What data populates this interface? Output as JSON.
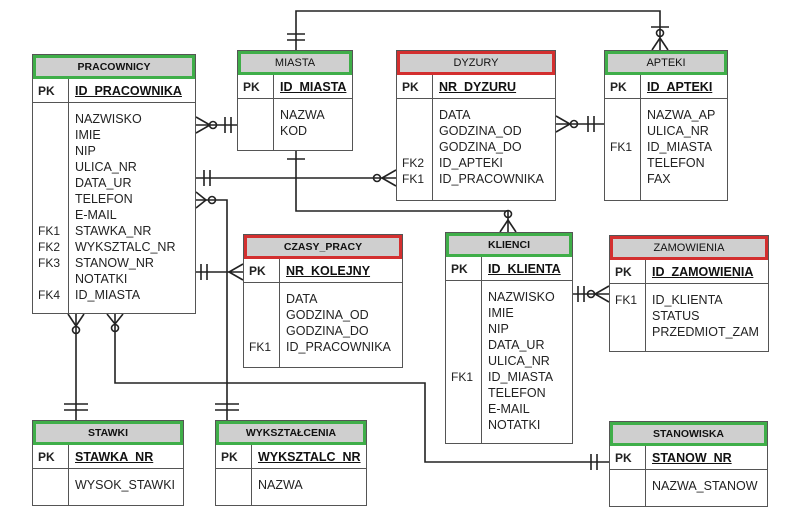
{
  "colors": {
    "green": "#3fae49",
    "red": "#d32f2f",
    "header_bg": "#cfcfcf",
    "line": "#222222"
  },
  "entities": {
    "pracownicy": {
      "name": "PRACOWNICY",
      "pk_key": "PK",
      "pk_field": "ID_PRACOWNIKA",
      "fields": [
        "NAZWISKO",
        "IMIE",
        "NIP",
        "ULICA_NR",
        "DATA_UR",
        "TELEFON",
        "E-MAIL",
        "STAWKA_NR",
        "WYKSZTALC_NR",
        "STANOW_NR",
        "NOTATKI",
        "ID_MIASTA"
      ],
      "keys": [
        "",
        "",
        "",
        "",
        "",
        "",
        "",
        "FK1",
        "FK2",
        "FK3",
        "",
        "FK4"
      ]
    },
    "miasta": {
      "name": "MIASTA",
      "pk_key": "PK",
      "pk_field": "ID_MIASTA",
      "fields": [
        "NAZWA",
        "KOD"
      ],
      "keys": [
        "",
        ""
      ]
    },
    "dyzury": {
      "name": "DYZURY",
      "pk_key": "PK",
      "pk_field": "NR_DYZURU",
      "fields": [
        "DATA",
        "GODZINA_OD",
        "GODZINA_DO",
        "ID_APTEKI",
        "ID_PRACOWNIKA"
      ],
      "keys": [
        "",
        "",
        "",
        "FK2",
        "FK1"
      ]
    },
    "apteki": {
      "name": "APTEKI",
      "pk_key": "PK",
      "pk_field": "ID_APTEKI",
      "fields": [
        "NAZWA_AP",
        "ULICA_NR",
        "ID_MIASTA",
        "TELEFON",
        "FAX"
      ],
      "keys": [
        "",
        "",
        "FK1",
        "",
        ""
      ]
    },
    "czasy_pracy": {
      "name": "CZASY_PRACY",
      "pk_key": "PK",
      "pk_field": "NR_KOLEJNY",
      "fields": [
        "DATA",
        "GODZINA_OD",
        "GODZINA_DO",
        "ID_PRACOWNIKA"
      ],
      "keys": [
        "",
        "",
        "",
        "FK1"
      ]
    },
    "klienci": {
      "name": "KLIENCI",
      "pk_key": "PK",
      "pk_field": "ID_KLIENTA",
      "fields": [
        "NAZWISKO",
        "IMIE",
        "NIP",
        "DATA_UR",
        "ULICA_NR",
        "ID_MIASTA",
        "TELEFON",
        "E-MAIL",
        "NOTATKI"
      ],
      "keys": [
        "",
        "",
        "",
        "",
        "",
        "FK1",
        "",
        "",
        ""
      ]
    },
    "zamowienia": {
      "name": "ZAMOWIENIA",
      "pk_key": "PK",
      "pk_field": "ID_ZAMOWIENIA",
      "fields": [
        "ID_KLIENTA",
        "STATUS",
        "PRZEDMIOT_ZAM"
      ],
      "keys": [
        "FK1",
        "",
        ""
      ]
    },
    "stawki": {
      "name": "STAWKI",
      "pk_key": "PK",
      "pk_field": "STAWKA_NR",
      "fields": [
        "WYSOK_STAWKI"
      ],
      "keys": [
        ""
      ]
    },
    "wyksztalcenia": {
      "name": "WYKSZTAŁCENIA",
      "pk_key": "PK",
      "pk_field": "WYKSZTALC_NR",
      "fields": [
        "NAZWA"
      ],
      "keys": [
        ""
      ]
    },
    "stanowiska": {
      "name": "STANOWISKA",
      "pk_key": "PK",
      "pk_field": "STANOW_NR",
      "fields": [
        "NAZWA_STANOW"
      ],
      "keys": [
        ""
      ]
    }
  }
}
